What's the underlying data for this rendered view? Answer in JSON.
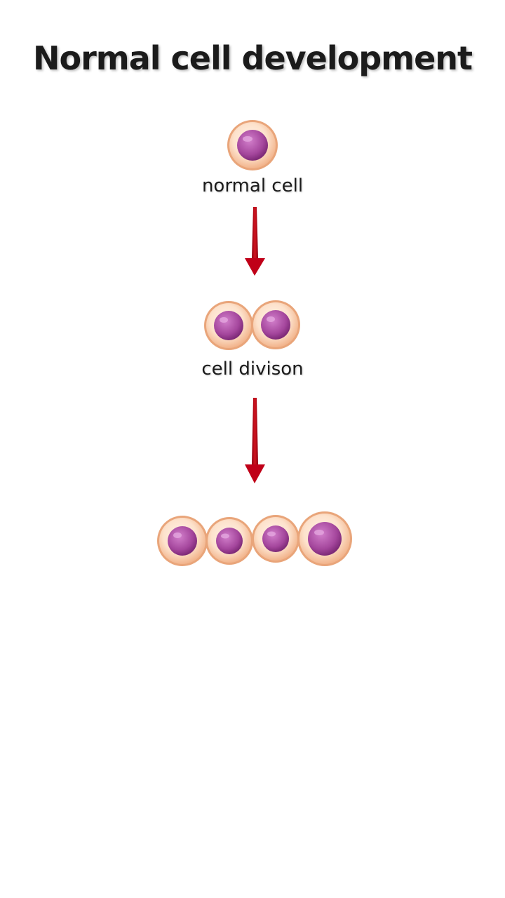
{
  "title": "Normal cell development",
  "stages": [
    {
      "label": "normal cell",
      "cell_count": 1
    },
    {
      "label": "cell divison",
      "cell_count": 2
    },
    {
      "label": "",
      "cell_count": 4
    }
  ],
  "colors": {
    "cell_outer": "#f7c49c",
    "cell_inner": "#fde6d3",
    "nucleus": "#9b3a93",
    "nucleus_light": "#c56bbd",
    "arrow": "#c00018"
  }
}
